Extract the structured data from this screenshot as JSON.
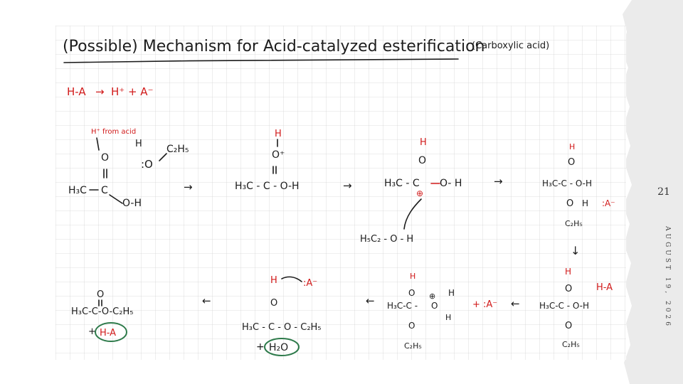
{
  "slide": {
    "number": "21",
    "date": "AUGUST 19, 2026"
  },
  "notes": {
    "title_main": "(Possible) Mechanism for Acid-catalyzed esterification",
    "title_note": "(Carboxylic acid)",
    "dissociation": {
      "left": "H-A",
      "arrow": "→",
      "products": "H⁺ + A⁻"
    },
    "step1": {
      "annotation": "H⁺ from acid",
      "carbonyl_o": "O",
      "h3c": "H₃C",
      "c": "C",
      "oh": "O-H",
      "ethanol_h": "H",
      "ethanol_o": ":O",
      "ethanol_r": "C₂H₅"
    },
    "step2": {
      "h": "H",
      "o": "O⁺",
      "chain": "H₃C - C - O-H"
    },
    "step3": {
      "h": "H",
      "o": "O",
      "chain_left": "H₃C - C",
      "plus": "⊕",
      "oh": "O- H",
      "nuc": "H₅C₂ - O - H"
    },
    "step4": {
      "h": "H",
      "o": "O",
      "chain": "H₃C-C - O-H",
      "o2": "O",
      "h2": "H",
      "r": "C₂H₅",
      "base": ":A⁻"
    },
    "step5": {
      "h": "H",
      "o": "O",
      "chain": "H₃C-C - O-H",
      "acid": "H-A",
      "o2": "O",
      "r": "C₂H₅"
    },
    "step6": {
      "h": "H",
      "o": "O",
      "chain": "H₃C-C -",
      "oplus": "⊕",
      "oh": "O",
      "h1": "H",
      "h2": "H",
      "o2": "O",
      "r": "C₂H₅",
      "base": "+ :A⁻"
    },
    "step7": {
      "h": "H",
      "base": ":A⁻",
      "o": "O",
      "chain": "H₃C - C - O - C₂H₅",
      "byproduct_plus": "+",
      "byproduct": "H₂O"
    },
    "step8": {
      "o": "O",
      "chain": "H₃C-C-O-C₂H₅",
      "plus": "+",
      "catalyst": "H-A"
    },
    "arrows": {
      "right": "→",
      "left": "←",
      "down": "↓"
    }
  }
}
